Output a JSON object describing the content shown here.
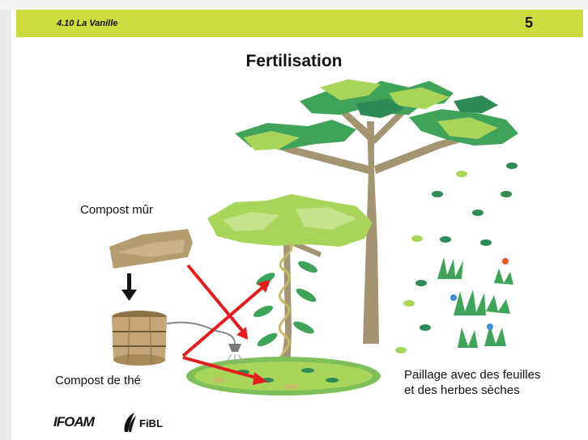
{
  "header": {
    "section_label": "4.10 La Vanille",
    "page_number": "5"
  },
  "title": "Fertilisation",
  "labels": {
    "compost_mur": "Compost mûr",
    "compost_the": "Compost de thé",
    "paillage": "Paillage avec des feuilles et des herbes sèches"
  },
  "logos": {
    "ifoam": "IFOAM",
    "fibl": "FiBL"
  },
  "colors": {
    "header_bar": "#ccdc3f",
    "arrows": "#e31e1e",
    "leaf_light": "#a8d45a",
    "leaf_dark": "#2e8b57",
    "trunk": "#a39572"
  }
}
